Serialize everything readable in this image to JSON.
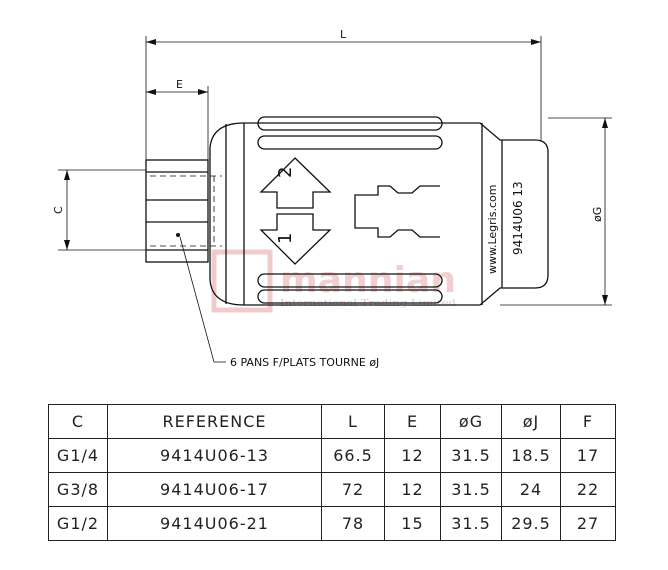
{
  "drawing": {
    "dim_L": "L",
    "dim_E": "E",
    "dim_C": "C",
    "dim_G": "øG",
    "arrow_up_number": "2",
    "arrow_down_number": "1",
    "website": "www.Legris.com",
    "part_marking": "9414U06 13",
    "note": "6 PANS F/PLATS TOURNE øJ",
    "watermark": "mannian",
    "watermark_subtitle": "International Trading Limited"
  },
  "table": {
    "headers": [
      "C",
      "REFERENCE",
      "L",
      "E",
      "øG",
      "øJ",
      "F"
    ],
    "rows": [
      [
        "G1/4",
        "9414U06-13",
        "66.5",
        "12",
        "31.5",
        "18.5",
        "17"
      ],
      [
        "G3/8",
        "9414U06-17",
        "72",
        "12",
        "31.5",
        "24",
        "22"
      ],
      [
        "G1/2",
        "9414U06-21",
        "78",
        "15",
        "31.5",
        "29.5",
        "27"
      ]
    ]
  }
}
